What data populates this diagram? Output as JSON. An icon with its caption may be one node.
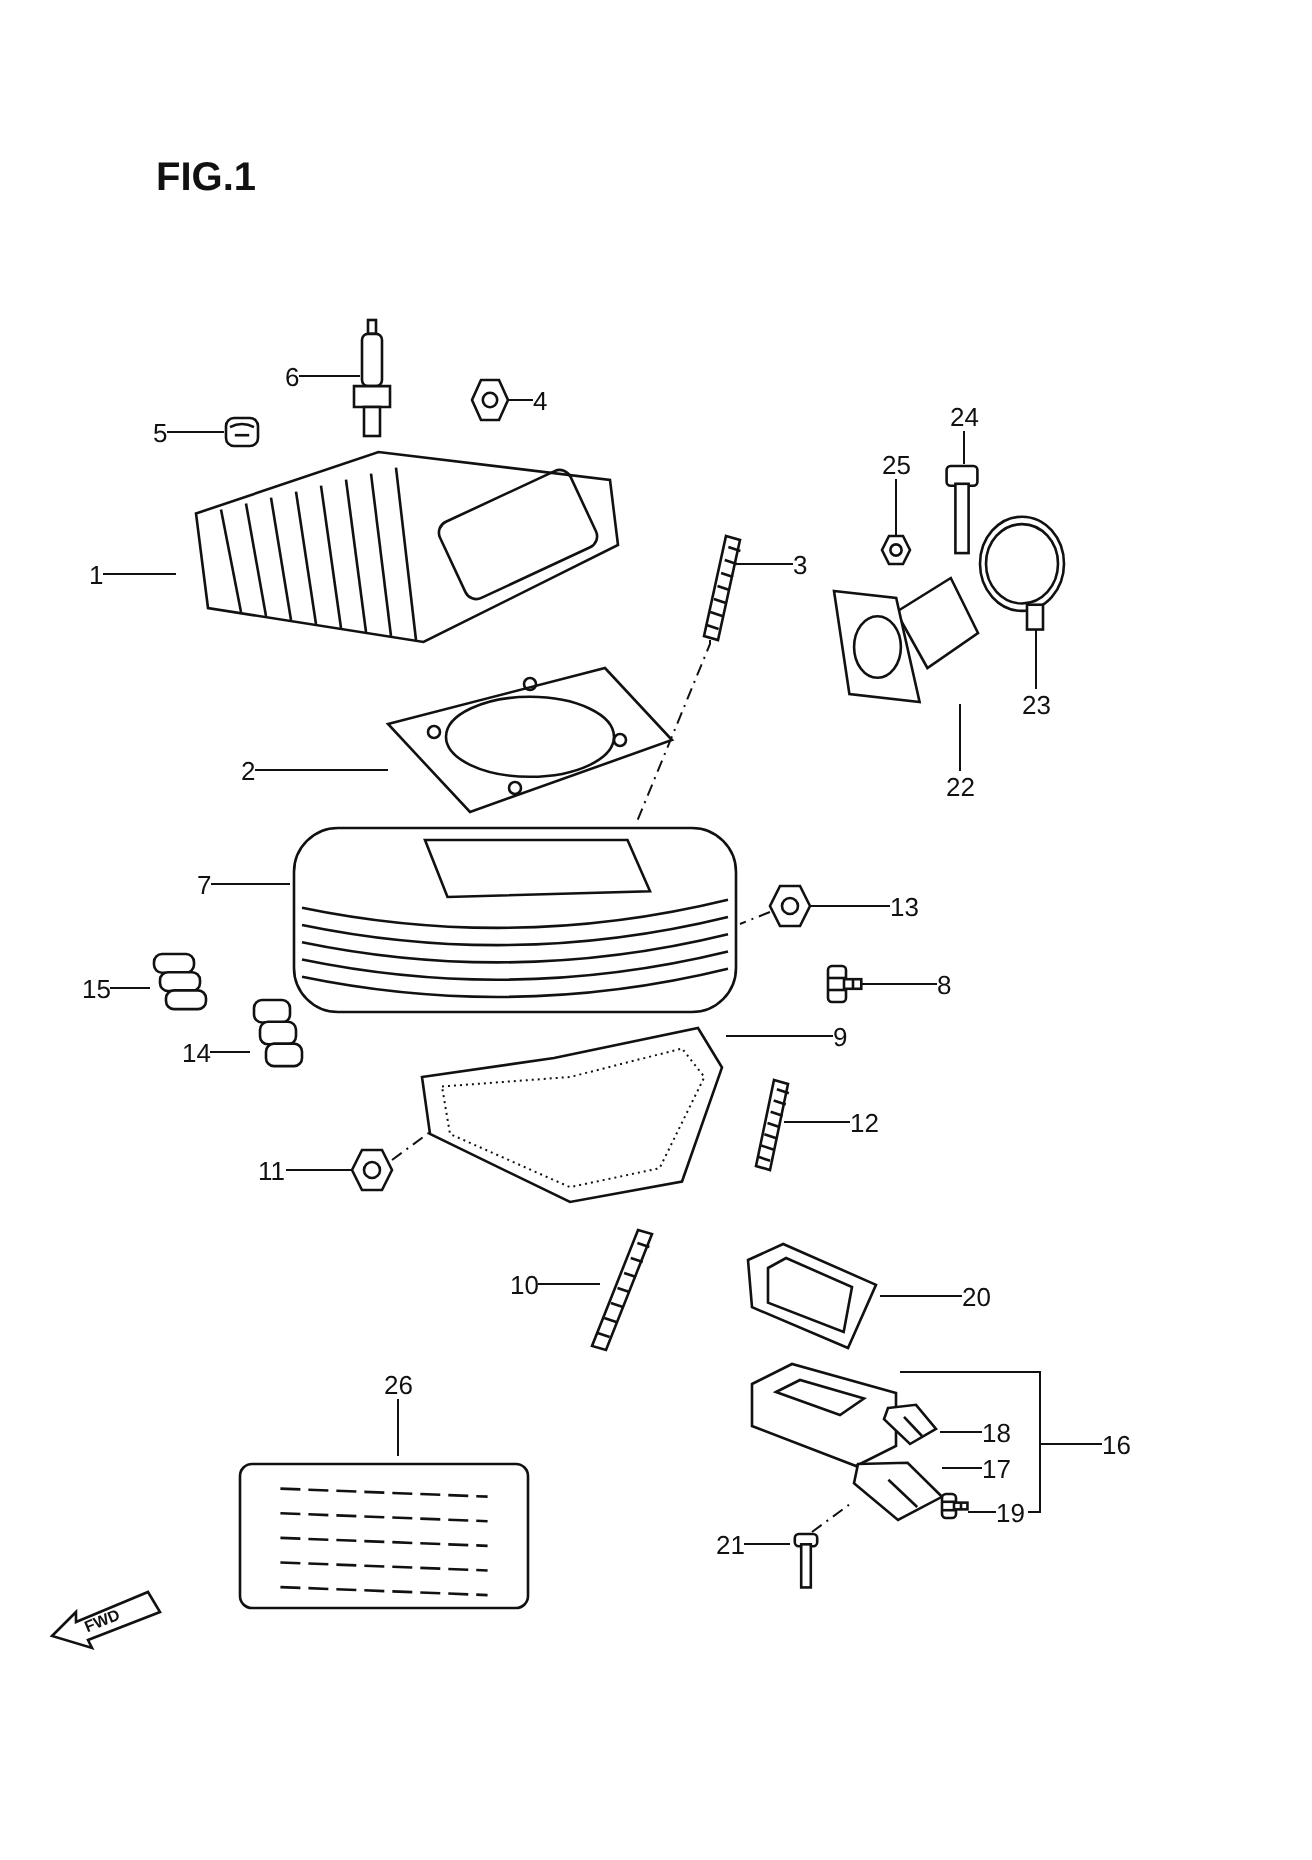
{
  "diagram": {
    "title": "FIG.1",
    "nodes": [
      {
        "text": [
          "1"
        ]
      },
      {
        "text": [],
        "shape": "picture"
      },
      {
        "text": [
          "2"
        ]
      },
      {
        "text": [],
        "shape": "picture"
      },
      {
        "text": [
          "3"
        ]
      },
      {
        "text": [],
        "shape": "picture"
      },
      {
        "text": [
          "4"
        ]
      },
      {
        "text": [],
        "shape": "picture"
      },
      {
        "text": [
          "5"
        ]
      },
      {
        "text": [],
        "shape": "picture"
      },
      {
        "text": [
          "6"
        ]
      },
      {
        "text": [],
        "shape": "picture"
      },
      {
        "text": [
          "7"
        ]
      },
      {
        "text": [],
        "shape": "picture"
      },
      {
        "text": [
          "8"
        ]
      },
      {
        "text": [],
        "shape": "picture"
      },
      {
        "text": [
          "9"
        ]
      },
      {
        "text": [],
        "shape": "picture"
      },
      {
        "text": [
          "10"
        ]
      },
      {
        "text": [],
        "shape": "picture"
      },
      {
        "text": [
          "11"
        ]
      },
      {
        "text": [],
        "shape": "picture"
      },
      {
        "text": [
          "12"
        ]
      },
      {
        "text": [],
        "shape": "picture"
      },
      {
        "text": [
          "13"
        ]
      },
      {
        "text": [],
        "shape": "picture"
      },
      {
        "text": [
          "14"
        ]
      },
      {
        "text": [],
        "shape": "picture"
      },
      {
        "text": [
          "15"
        ]
      },
      {
        "text": [],
        "shape": "picture"
      },
      {
        "text": [
          "16"
        ]
      },
      {
        "text": [],
        "shape": "picture"
      },
      {
        "text": [
          "17"
        ]
      },
      {
        "text": [],
        "shape": "picture"
      },
      {
        "text": [
          "18"
        ]
      },
      {
        "text": [],
        "shape": "picture"
      },
      {
        "text": [
          "19"
        ]
      },
      {
        "text": [],
        "shape": "picture"
      },
      {
        "text": [
          "20"
        ]
      },
      {
        "text": [],
        "shape": "picture"
      },
      {
        "text": [
          "21"
        ]
      },
      {
        "text": [],
        "shape": "picture"
      },
      {
        "text": [
          "22"
        ]
      },
      {
        "text": [],
        "shape": "picture"
      },
      {
        "text": [
          "23"
        ]
      },
      {
        "text": [],
        "shape": "picture"
      },
      {
        "text": [
          "24"
        ]
      },
      {
        "text": [],
        "shape": "picture"
      },
      {
        "text": [
          "25"
        ]
      },
      {
        "text": [],
        "shape": "picture"
      },
      {
        "text": [
          "26"
        ]
      },
      {
        "text": [],
        "shape": "picture"
      }
    ],
    "edges": [
      {
        "from": 0,
        "to": 1,
        "arrow": "none"
      },
      {
        "from": 2,
        "to": 3,
        "arrow": "none"
      },
      {
        "from": 4,
        "to": 5,
        "arrow": "none"
      },
      {
        "from": 6,
        "to": 7,
        "arrow": "none"
      },
      {
        "from": 8,
        "to": 9,
        "arrow": "none"
      },
      {
        "from": 10,
        "to": 11,
        "arrow": "none"
      },
      {
        "from": 12,
        "to": 13,
        "arrow": "none"
      },
      {
        "from": 14,
        "to": 15,
        "arrow": "none"
      },
      {
        "from": 16,
        "to": 17,
        "arrow": "none"
      },
      {
        "from": 18,
        "to": 19,
        "arrow": "none"
      },
      {
        "from": 20,
        "to": 21,
        "arrow": "none"
      },
      {
        "from": 22,
        "to": 23,
        "arrow": "none"
      },
      {
        "from": 24,
        "to": 25,
        "arrow": "none"
      },
      {
        "from": 26,
        "to": 27,
        "arrow": "none"
      },
      {
        "from": 28,
        "to": 29,
        "arrow": "none"
      },
      {
        "from": 30,
        "to": 31,
        "arrow": "none"
      },
      {
        "from": 32,
        "to": 33,
        "arrow": "none"
      },
      {
        "from": 34,
        "to": 35,
        "arrow": "none"
      },
      {
        "from": 36,
        "to": 37,
        "arrow": "none"
      },
      {
        "from": 38,
        "to": 39,
        "arrow": "none"
      },
      {
        "from": 40,
        "to": 41,
        "arrow": "none"
      },
      {
        "from": 42,
        "to": 43,
        "arrow": "none"
      },
      {
        "from": 44,
        "to": 45,
        "arrow": "none"
      },
      {
        "from": 46,
        "to": 47,
        "arrow": "none"
      },
      {
        "from": 48,
        "to": 49,
        "arrow": "none"
      },
      {
        "from": 50,
        "to": 51,
        "arrow": "none"
      },
      {
        "from": 5,
        "to": 13,
        "arrow": "none",
        "style": "dashed"
      },
      {
        "from": 25,
        "to": 13,
        "arrow": "none",
        "style": "dashed"
      },
      {
        "from": 21,
        "to": 17,
        "arrow": "none",
        "style": "dashed"
      },
      {
        "from": 41,
        "to": 33,
        "arrow": "none",
        "style": "dashed"
      }
    ],
    "labels": [
      "FWD"
    ]
  }
}
